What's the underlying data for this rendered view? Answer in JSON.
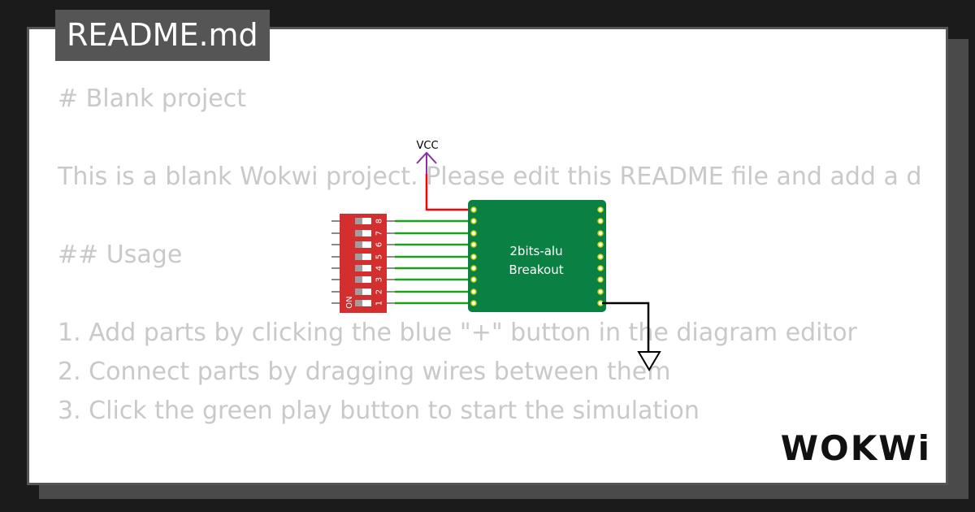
{
  "tag": {
    "label": "README.md"
  },
  "readme": {
    "heading": "# Blank project",
    "intro": "This is a blank Wokwi project. Please edit this README file and add a de",
    "usage_heading": "## Usage",
    "steps": [
      "1. Add parts by clicking the blue \"+\" button in the diagram editor",
      "2. Connect parts by dragging wires between them",
      "3. Click the green play button to start the simulation"
    ]
  },
  "diagram": {
    "vcc_label": "VCC",
    "chip_title": "2bits-alu",
    "chip_subtitle": "Breakout",
    "dip_on_label": "ON",
    "dip_numbers": [
      "8",
      "7",
      "6",
      "5",
      "4",
      "3",
      "2",
      "1"
    ],
    "colors": {
      "chip": "#0a8043",
      "dip": "#d32f2f",
      "wire_green": "#1aa01a",
      "wire_red": "#ff0000",
      "wire_black": "#000000",
      "vcc": "#8e2da8"
    }
  },
  "logo": {
    "text": "WOKWi"
  }
}
